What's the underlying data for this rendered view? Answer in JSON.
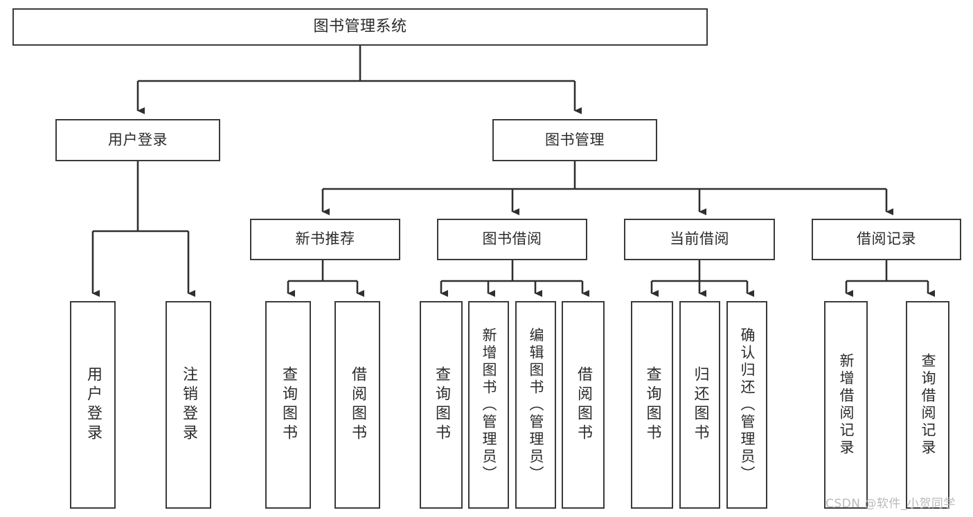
{
  "diagram": {
    "title": "图书管理系统",
    "type": "tree-hierarchy-chart",
    "root": {
      "label": "图书管理系统"
    },
    "level1": [
      {
        "label": "用户登录"
      },
      {
        "label": "图书管理"
      }
    ],
    "level2": [
      {
        "label": "新书推荐"
      },
      {
        "label": "图书借阅"
      },
      {
        "label": "当前借阅"
      },
      {
        "label": "借阅记录"
      }
    ],
    "leaves": {
      "user_login": [
        {
          "label": "用户登录"
        },
        {
          "label": "注销登录"
        }
      ],
      "new_book_recommend": [
        {
          "label": "查询图书"
        },
        {
          "label": "借阅图书"
        }
      ],
      "book_borrow": [
        {
          "label": "查询图书"
        },
        {
          "label": "新增图书（管理员）"
        },
        {
          "label": "编辑图书（管理员）"
        },
        {
          "label": "借阅图书"
        }
      ],
      "current_borrow": [
        {
          "label": "查询图书"
        },
        {
          "label": "归还图书"
        },
        {
          "label": "确认归还（管理员）"
        }
      ],
      "borrow_record": [
        {
          "label": "新增借阅记录"
        },
        {
          "label": "查询借阅记录"
        }
      ]
    }
  },
  "watermark": {
    "text": "CSDN @软件_小贺同学"
  },
  "colors": {
    "border": "#3a3a3a",
    "text": "#2b2b2b",
    "background": "#ffffff",
    "watermark": "#b9b9b9"
  }
}
